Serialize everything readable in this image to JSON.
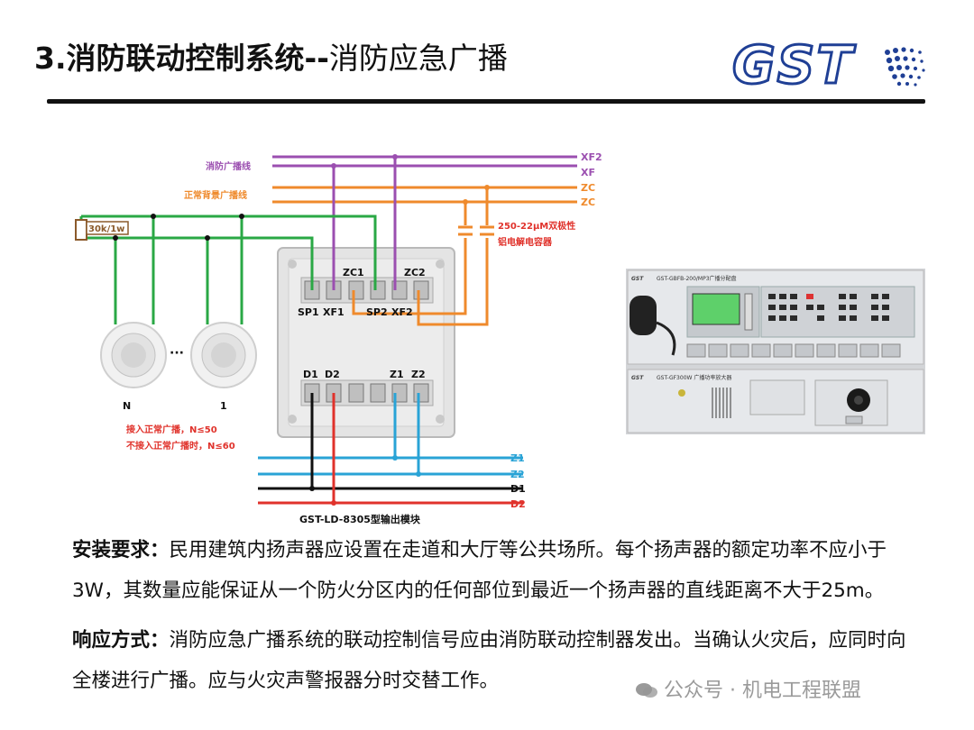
{
  "title": {
    "bold_part": "3.消防联动控制系统--",
    "light_part": "消防应急广播"
  },
  "logo": {
    "text": "GST",
    "brand_color": "#1f3f95"
  },
  "diagram": {
    "wire_labels": {
      "fire_bc": "消防广播线",
      "normal_bc": "正常背景广播线"
    },
    "right_labels": [
      "XF2",
      "XF",
      "ZC",
      "ZC"
    ],
    "resistor_label": "30k/1w",
    "capacitor_label_1": "250-22μM双极性",
    "capacitor_label_2": "铝电解电容器",
    "terminals_top": [
      "SP1",
      "XF1",
      "SP2",
      "XF2"
    ],
    "terminals_zc": [
      "ZC1",
      "ZC2"
    ],
    "terminals_bottom": [
      "D1",
      "D2",
      "Z1",
      "Z2"
    ],
    "speaker_n": "N",
    "speaker_1": "1",
    "ellipsis": "···",
    "note_1": "接入正常广播，N≤50",
    "note_2": "不接入正常广播时，N≤60",
    "bus_labels": [
      "Z1",
      "Z2",
      "D1",
      "D2"
    ],
    "module_caption": "GST-LD-8305型输出模块",
    "colors": {
      "fire": "#9b4fb0",
      "normal": "#ef8a2c",
      "speaker": "#2aa845",
      "z_bus": "#29a3d6",
      "d1": "#111111",
      "d2": "#e0322b",
      "note": "#e0322b"
    }
  },
  "photo": {
    "panel1_model": "GST-GBFB-200/MP3广播分配盘",
    "panel2_model": "GST-GF300W 广播功率放大器",
    "brand_small": "GST"
  },
  "body": {
    "para1_label": "安装要求：",
    "para1_text": "民用建筑内扬声器应设置在走道和大厅等公共场所。每个扬声器的额定功率不应小于3W，其数量应能保证从一个防火分区内的任何部位到最近一个扬声器的直线距离不大于25m。",
    "para2_label": "响应方式：",
    "para2_text": "消防应急广播系统的联动控制信号应由消防联动控制器发出。当确认火灾后，应同时向全楼进行广播。应与火灾声警报器分时交替工作。"
  },
  "watermark": "公众号 · 机电工程联盟"
}
